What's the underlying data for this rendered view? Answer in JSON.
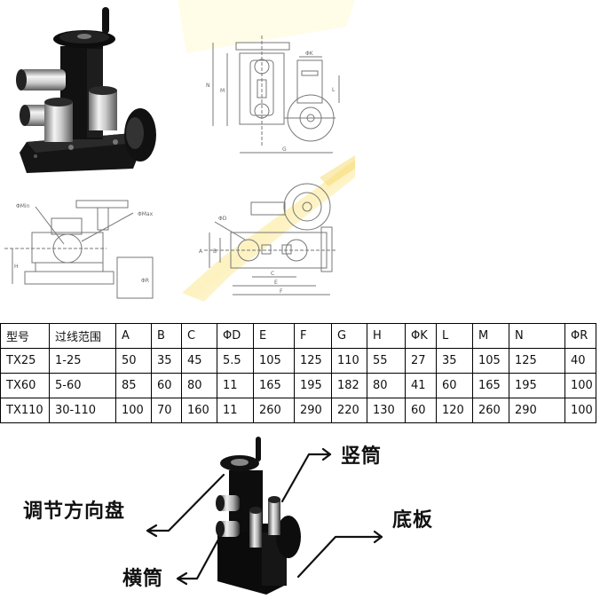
{
  "figures": {
    "photo_alt": "TX wire straightener product photo",
    "front_view_labels": [
      "N",
      "M",
      "ΦK",
      "L",
      "G"
    ],
    "side_view_labels": [
      "ΦMin",
      "ΦMax",
      "H",
      "ΦR"
    ],
    "top_view_labels": [
      "ΦD",
      "A",
      "B",
      "C",
      "E",
      "F"
    ]
  },
  "table": {
    "headers": [
      "型号",
      "过线范围",
      "A",
      "B",
      "C",
      "ΦD",
      "E",
      "F",
      "G",
      "H",
      "ΦK",
      "L",
      "M",
      "N",
      "ΦR"
    ],
    "rows": [
      [
        "TX25",
        "1-25",
        "50",
        "35",
        "45",
        "5.5",
        "105",
        "125",
        "110",
        "55",
        "27",
        "35",
        "105",
        "125",
        "40"
      ],
      [
        "TX60",
        "5-60",
        "85",
        "60",
        "80",
        "11",
        "165",
        "195",
        "182",
        "80",
        "41",
        "60",
        "165",
        "195",
        "100"
      ],
      [
        "TX110",
        "30-110",
        "100",
        "70",
        "160",
        "11",
        "260",
        "290",
        "220",
        "130",
        "60",
        "120",
        "260",
        "290",
        "100"
      ]
    ]
  },
  "callouts": {
    "handwheel": "调节方向盘",
    "vertical_roller": "竖筒",
    "base_plate": "底板",
    "horizontal_roller": "横筒"
  }
}
